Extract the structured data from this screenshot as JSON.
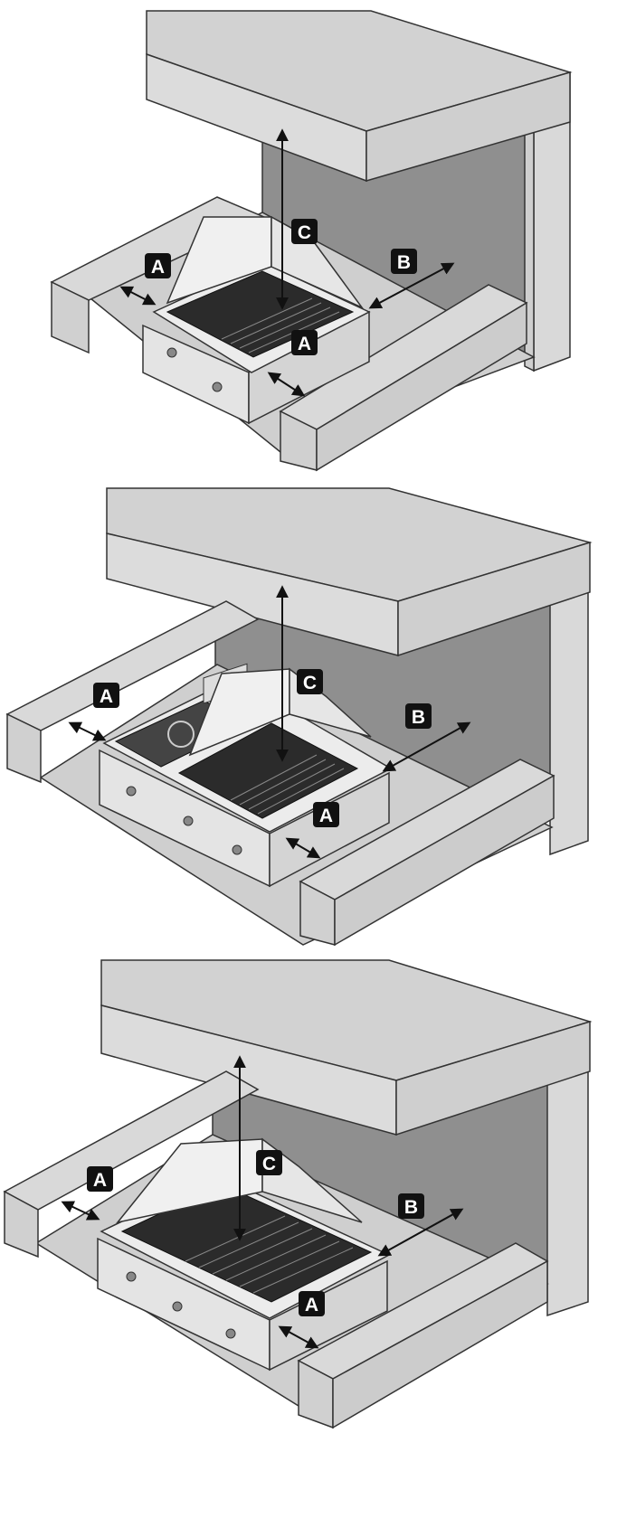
{
  "figures": [
    {
      "name": "figure-grill-left-platform",
      "labels": {
        "a_left": "A",
        "a_front": "A",
        "b": "B",
        "c": "C"
      }
    },
    {
      "name": "figure-grill-with-side-burner",
      "labels": {
        "a_left": "A",
        "a_front": "A",
        "b": "B",
        "c": "C"
      }
    },
    {
      "name": "figure-grill-full-width",
      "labels": {
        "a_left": "A",
        "a_front": "A",
        "b": "B",
        "c": "C"
      }
    }
  ],
  "colors": {
    "background": "#ffffff",
    "block_light": "#d9d9d9",
    "block_top": "#d2d2d2",
    "wall_dark": "#8f8f8f",
    "floor": "#cfcfcf",
    "grill_steel": "#e4e4e4",
    "grill_plate": "#2b2b2b",
    "label_fill": "#111111",
    "arrow": "#111111"
  }
}
